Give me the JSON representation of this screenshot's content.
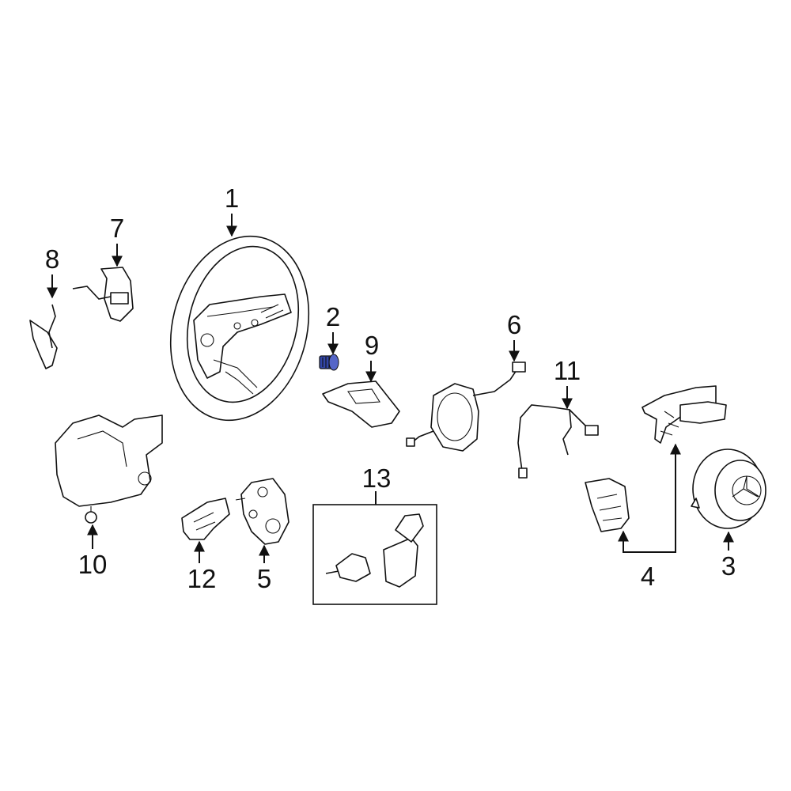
{
  "diagram": {
    "highlight_color": "#3246a8",
    "callouts": [
      {
        "id": "1",
        "label": "1"
      },
      {
        "id": "2",
        "label": "2",
        "highlighted": true
      },
      {
        "id": "3",
        "label": "3"
      },
      {
        "id": "4",
        "label": "4"
      },
      {
        "id": "5",
        "label": "5"
      },
      {
        "id": "6",
        "label": "6"
      },
      {
        "id": "7",
        "label": "7"
      },
      {
        "id": "8",
        "label": "8"
      },
      {
        "id": "9",
        "label": "9"
      },
      {
        "id": "10",
        "label": "10"
      },
      {
        "id": "11",
        "label": "11"
      },
      {
        "id": "12",
        "label": "12"
      },
      {
        "id": "13",
        "label": "13"
      }
    ]
  }
}
